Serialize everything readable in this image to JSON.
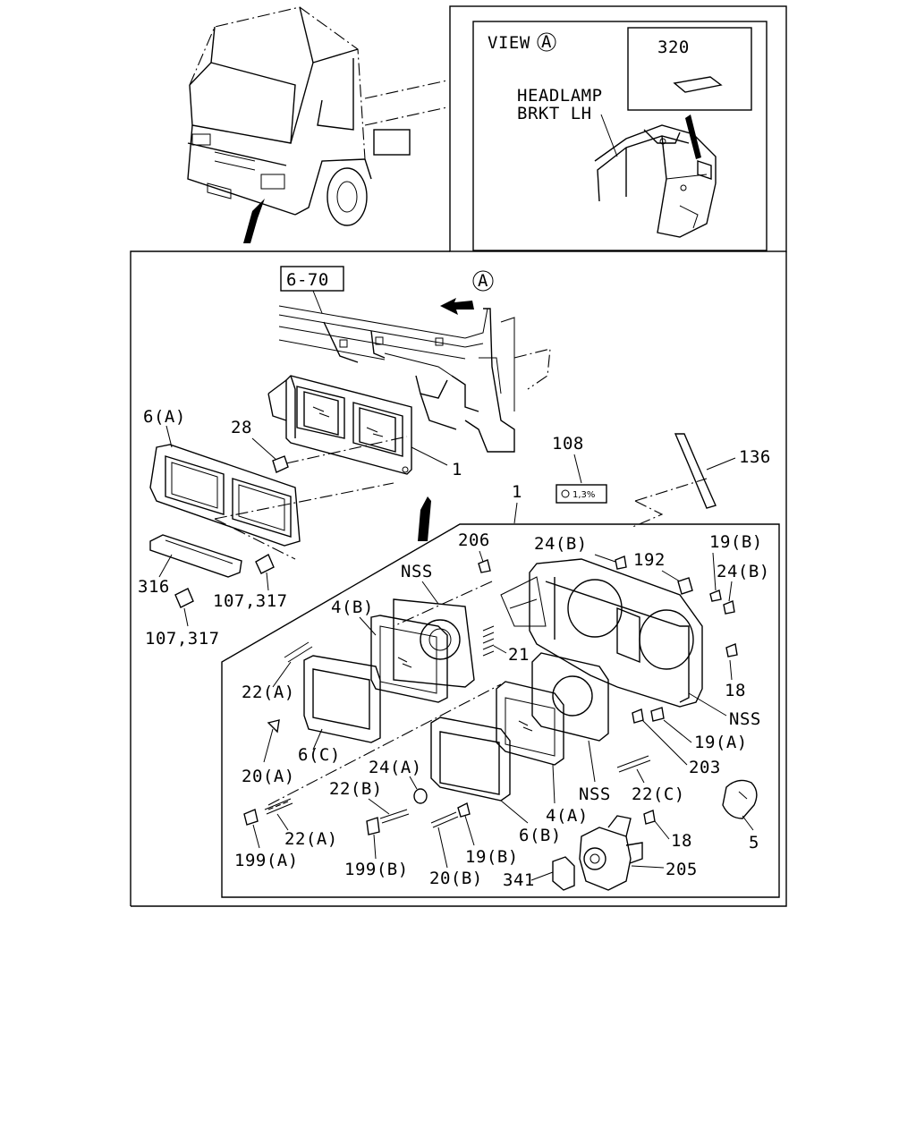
{
  "view_label": "VIEW",
  "view_marker": "A",
  "part_box_320": "320",
  "bracket_label_line1": "HEADLAMP",
  "bracket_label_line2": "BRKT LH",
  "ref_box": "6-70",
  "arrow_marker": "A",
  "parts": {
    "p6A": "6(A)",
    "p28": "28",
    "p1a": "1",
    "p108": "108",
    "p136": "136",
    "p1b": "1",
    "p316": "316",
    "p107_317a": "107,317",
    "p107_317b": "107,317",
    "p206": "206",
    "p24Ba": "24(B)",
    "p192": "192",
    "p19B": "19(B)",
    "p24Bb": "24(B)",
    "nss1": "NSS",
    "p4B": "4(B)",
    "p21": "21",
    "p22A": "22(A)",
    "p18a": "18",
    "nss2": "NSS",
    "p19A": "19(A)",
    "p20A": "20(A)",
    "p6C": "6(C)",
    "p203": "203",
    "p24A": "24(A)",
    "p22B": "22(B)",
    "nss3": "NSS",
    "p22C": "22(C)",
    "p4A": "4(A)",
    "p22A2": "22(A)",
    "p6B": "6(B)",
    "p18b": "18",
    "p5": "5",
    "p199A": "199(A)",
    "p199B": "199(B)",
    "p19B2": "19(B)",
    "p20B": "20(B)",
    "p341": "341",
    "p205": "205"
  },
  "label_108_tag": "1,3%"
}
